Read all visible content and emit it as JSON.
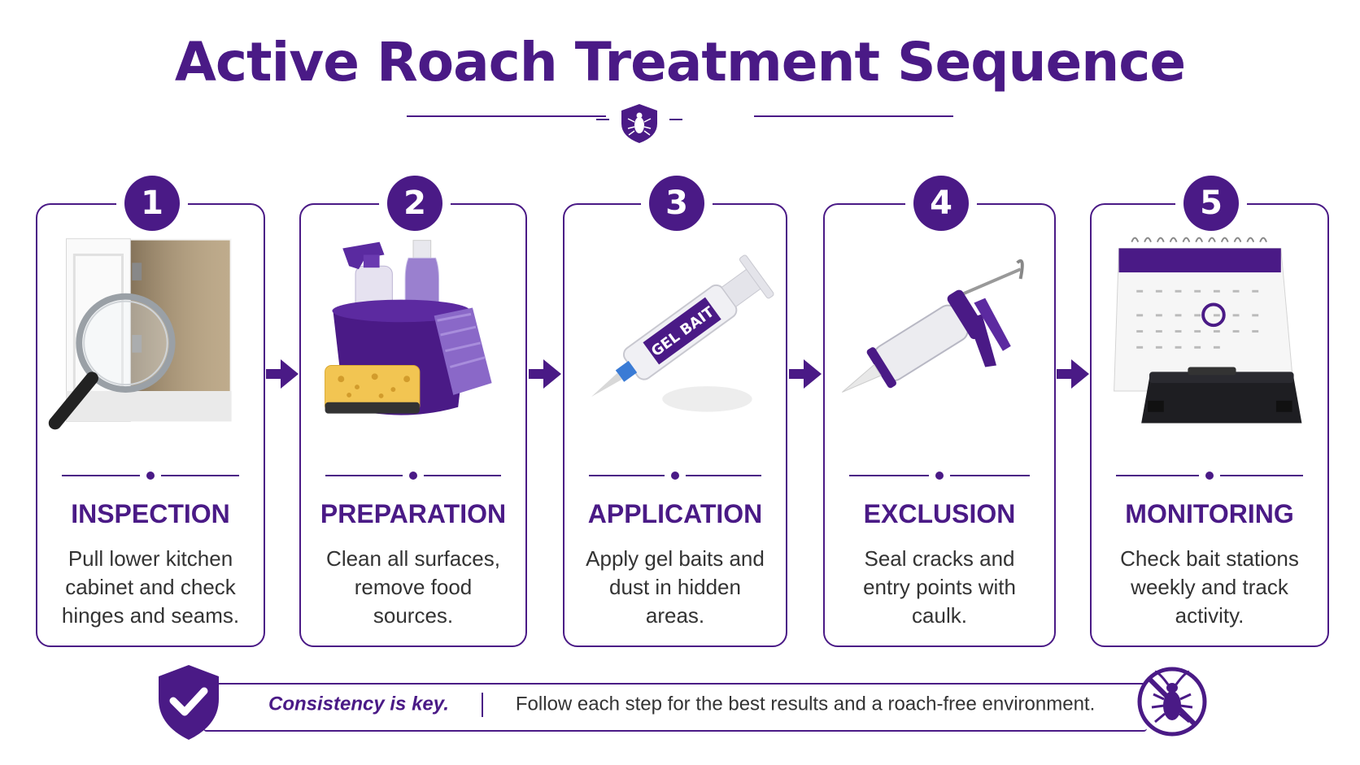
{
  "title": "Active Roach Treatment Sequence",
  "colors": {
    "accent": "#4a1a86",
    "text": "#333333"
  },
  "steps": [
    {
      "number": "1",
      "title": "INSPECTION",
      "desc": "Pull lower kitchen cabinet and check hinges and seams.",
      "image": "magnifier-cabinet"
    },
    {
      "number": "2",
      "title": "PREPARATION",
      "desc": "Clean all surfaces, remove food sources.",
      "image": "cleaning-supplies"
    },
    {
      "number": "3",
      "title": "APPLICATION",
      "desc": "Apply gel baits and dust in hidden areas.",
      "image": "gel-bait-syringe",
      "syringe_label": "GEL BAIT"
    },
    {
      "number": "4",
      "title": "EXCLUSION",
      "desc": "Seal cracks and entry points with caulk.",
      "image": "caulk-gun"
    },
    {
      "number": "5",
      "title": "MONITORING",
      "desc": "Check bait stations weekly and track activity.",
      "image": "calendar-bait-station"
    }
  ],
  "footer": {
    "key": "Consistency is key.",
    "message": "Follow each step for the best results and a roach-free environment."
  }
}
